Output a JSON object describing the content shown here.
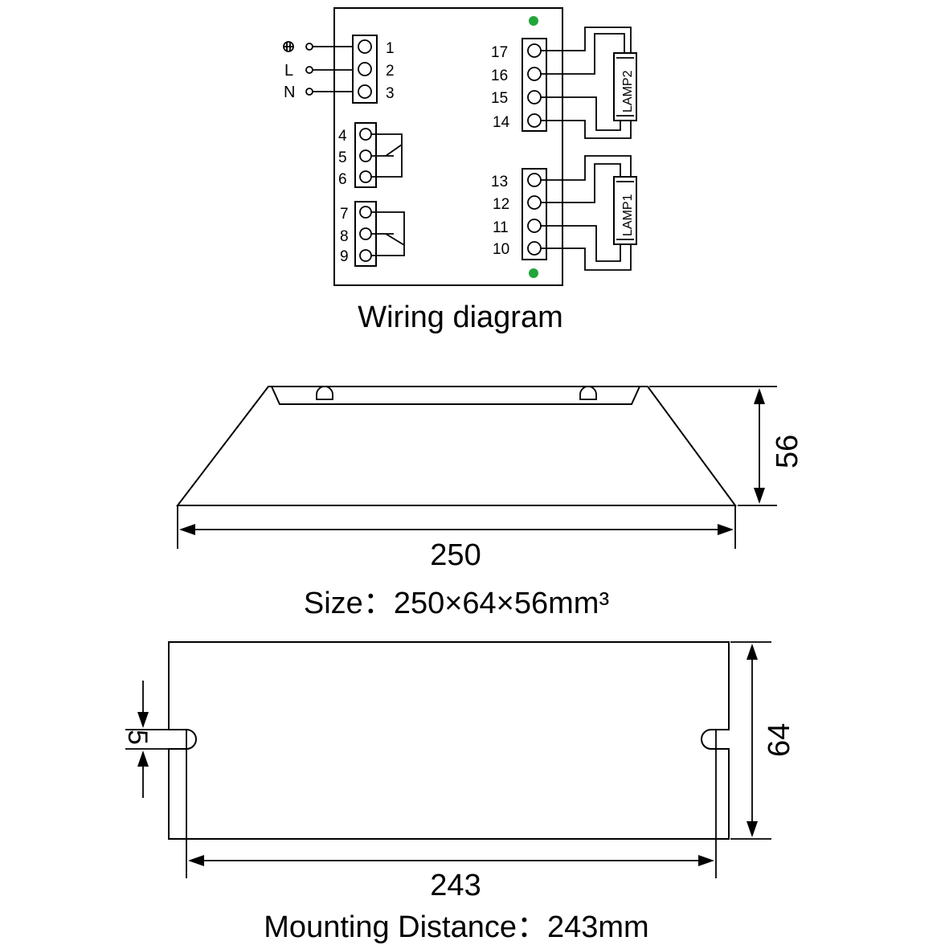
{
  "wiring": {
    "caption": "Wiring diagram",
    "inputs": [
      {
        "label": "⏚",
        "terminal": "1"
      },
      {
        "label": "L",
        "terminal": "2"
      },
      {
        "label": "N",
        "terminal": "3"
      }
    ],
    "terminals_left_group2": [
      "4",
      "5",
      "6"
    ],
    "terminals_left_group3": [
      "7",
      "8",
      "9"
    ],
    "terminals_right_top": [
      "17",
      "16",
      "15",
      "14"
    ],
    "terminals_right_bottom": [
      "13",
      "12",
      "11",
      "10"
    ],
    "lamp_top": "LAMP2",
    "lamp_bottom": "LAMP1",
    "indicator_color": "#22a53b"
  },
  "side_view": {
    "height_dim": "56",
    "width_dim": "250",
    "caption": "Size：250×64×56mm³"
  },
  "top_view": {
    "slot_dim": "5",
    "height_dim": "64",
    "width_dim": "243",
    "caption": "Mounting  Distance：243mm"
  }
}
